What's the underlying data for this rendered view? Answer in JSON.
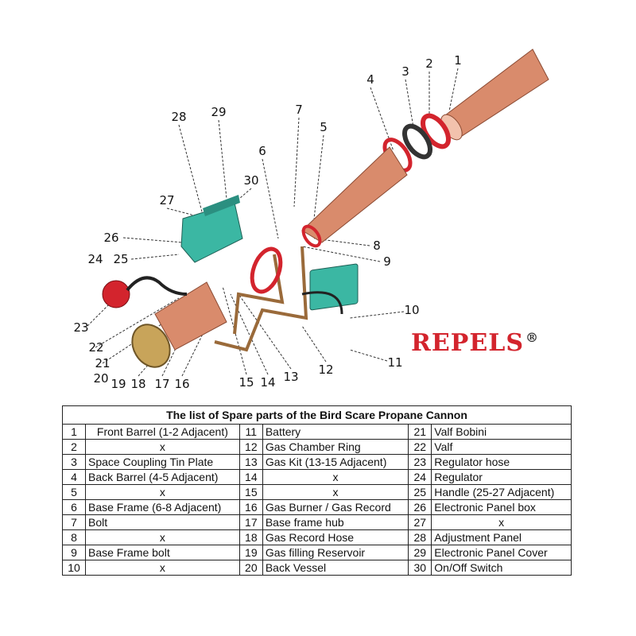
{
  "brand": {
    "name": "REPELS",
    "mark": "®"
  },
  "callouts": [
    "1",
    "2",
    "3",
    "4",
    "5",
    "6",
    "7",
    "8",
    "9",
    "10",
    "11",
    "12",
    "13",
    "14",
    "15",
    "16",
    "17",
    "18",
    "19",
    "20",
    "21",
    "22",
    "23",
    "24",
    "25",
    "26",
    "27",
    "28",
    "29",
    "30"
  ],
  "table": {
    "title": "The list of Spare parts of the Bird Scare Propane Cannon",
    "rows": [
      [
        [
          "1",
          "Front Barrel (1-2 Adjacent)"
        ],
        [
          "11",
          "Battery"
        ],
        [
          "21",
          "Valf Bobini"
        ]
      ],
      [
        [
          "2",
          "x"
        ],
        [
          "12",
          "Gas Chamber Ring"
        ],
        [
          "22",
          "Valf"
        ]
      ],
      [
        [
          "3",
          "Space Coupling Tin Plate"
        ],
        [
          "13",
          "Gas Kit (13-15 Adjacent)"
        ],
        [
          "23",
          "Regulator hose"
        ]
      ],
      [
        [
          "4",
          "Back Barrel (4-5 Adjacent)"
        ],
        [
          "14",
          "x"
        ],
        [
          "24",
          "Regulator"
        ]
      ],
      [
        [
          "5",
          "x"
        ],
        [
          "15",
          "x"
        ],
        [
          "25",
          "Handle (25-27 Adjacent)"
        ]
      ],
      [
        [
          "6",
          "Base Frame (6-8 Adjacent)"
        ],
        [
          "16",
          "Gas Burner / Gas Record"
        ],
        [
          "26",
          "Electronic Panel box"
        ]
      ],
      [
        [
          "7",
          "Bolt"
        ],
        [
          "17",
          "Base frame hub"
        ],
        [
          "27",
          "x"
        ]
      ],
      [
        [
          "8",
          "x"
        ],
        [
          "18",
          "Gas Record Hose"
        ],
        [
          "28",
          "Adjustment Panel"
        ]
      ],
      [
        [
          "9",
          "Base Frame bolt"
        ],
        [
          "19",
          "Gas filling Reservoir"
        ],
        [
          "29",
          "Electronic Panel Cover"
        ]
      ],
      [
        [
          "10",
          "x"
        ],
        [
          "20",
          "Back Vessel"
        ],
        [
          "30",
          "On/Off Switch"
        ]
      ]
    ]
  },
  "colors": {
    "copper": "#d98b6c",
    "teal": "#3bb7a3",
    "red": "#d3242d"
  }
}
